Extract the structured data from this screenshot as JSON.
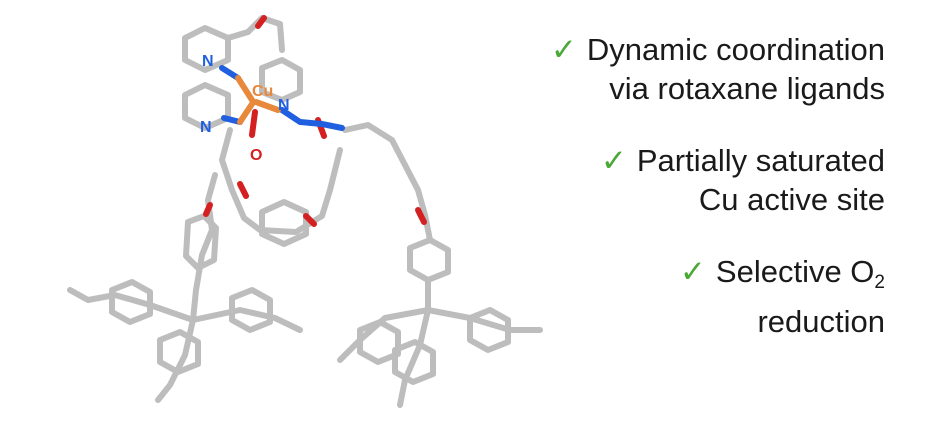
{
  "figure": {
    "molecule_labels": {
      "n_top": "N",
      "n_left": "N",
      "n_right": "N",
      "cu": "Cu",
      "o": "O"
    },
    "colors": {
      "carbon": "#bdbdbd",
      "nitrogen": "#1f5fe0",
      "oxygen": "#d42020",
      "copper": "#e8883a",
      "check": "#4aa837",
      "text": "#1a1a1a"
    }
  },
  "highlights": [
    {
      "mark": "✓",
      "line1": "Dynamic coordination",
      "line2": "via rotaxane ligands"
    },
    {
      "mark": "✓",
      "line1": "Partially saturated",
      "line2": "Cu active site"
    },
    {
      "mark": "✓",
      "line1_prefix": "Selective O",
      "line1_sub": "2",
      "line2": "reduction"
    }
  ]
}
